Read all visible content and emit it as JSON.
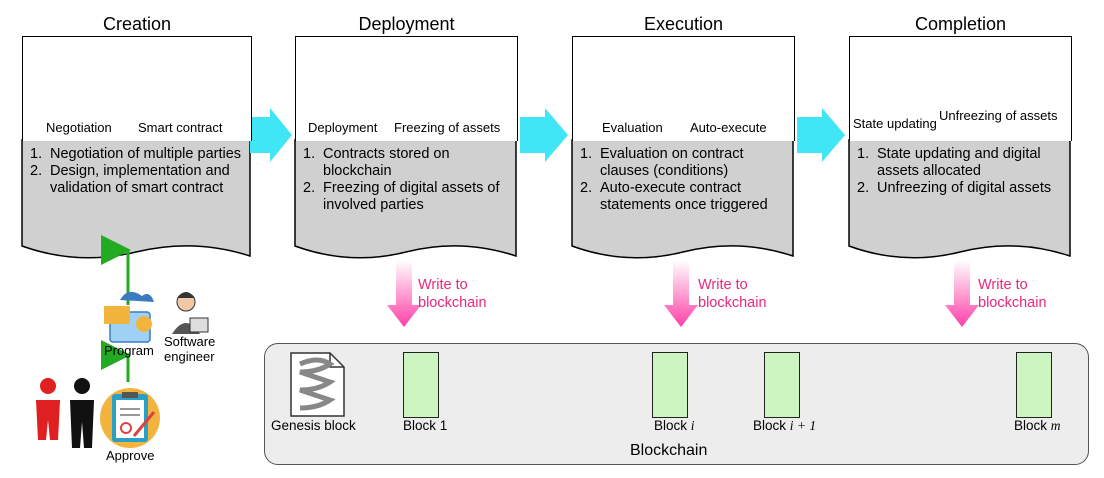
{
  "stages": [
    {
      "title": "Creation",
      "icons": [
        "Negotiation",
        "Smart contract"
      ],
      "steps": [
        {
          "num": "1.",
          "text": "Negotiation of multiple parties"
        },
        {
          "num": "2.",
          "text": "Design, implementation and validation of smart contract"
        }
      ]
    },
    {
      "title": "Deployment",
      "icons": [
        "Deployment",
        "Freezing of assets"
      ],
      "steps": [
        {
          "num": "1.",
          "text": "Contracts stored on blockchain"
        },
        {
          "num": "2.",
          "text": "Freezing of digital assets of involved parties"
        }
      ]
    },
    {
      "title": "Execution",
      "icons": [
        "Evaluation",
        "Auto-execute"
      ],
      "steps": [
        {
          "num": "1.",
          "text": "Evaluation on contract clauses (conditions)"
        },
        {
          "num": "2.",
          "text": "Auto-execute contract statements once triggered"
        }
      ]
    },
    {
      "title": "Completion",
      "icons": [
        "State updating",
        "Unfreezing of assets"
      ],
      "steps": [
        {
          "num": "1.",
          "text": "State updating and digital assets allocated"
        },
        {
          "num": "2.",
          "text": "Unfreezing of digital assets"
        }
      ]
    }
  ],
  "write_label": "Write to blockchain",
  "left_actors": {
    "program": "Program",
    "engineer": "Software engineer",
    "approve": "Approve"
  },
  "blockchain": {
    "title": "Blockchain",
    "genesis": "Genesis block",
    "block1": "Block 1",
    "block_i": "Block",
    "block_i_var": "i",
    "block_i1": "Block",
    "block_i1_var": "i + 1",
    "block_m": "Block",
    "block_m_var": "m"
  },
  "colors": {
    "stage_arrow": "#40e6f5",
    "write_arrow": "#ff3fa8",
    "write_text": "#e8267d",
    "chain_arrow": "#1020c8",
    "block_fill": "#ccf5c2",
    "doc_gray": "#d0d0d0",
    "approve_arrow": "#22aa22"
  }
}
